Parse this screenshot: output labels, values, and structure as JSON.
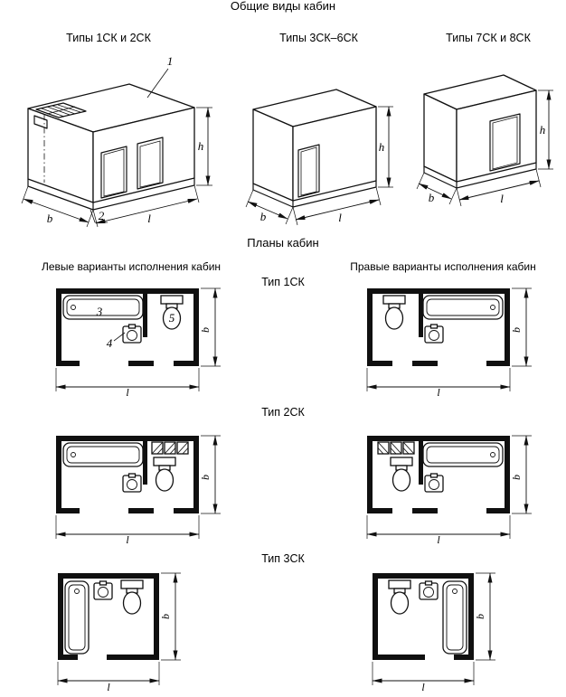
{
  "page": {
    "title": "Общие виды кабин",
    "plans_title": "Планы кабин",
    "left_column_header": "Левые варианты исполнения кабин",
    "right_column_header": "Правые варианты исполнения кабин"
  },
  "general_views": [
    {
      "caption": "Типы 1СК и 2СК",
      "callouts": {
        "roof_panel": "1",
        "base_pallet": "2"
      },
      "dims": {
        "height": "h",
        "depth": "b",
        "length": "l"
      }
    },
    {
      "caption": "Типы 3СК–6СК",
      "dims": {
        "height": "h",
        "depth": "b",
        "length": "l"
      }
    },
    {
      "caption": "Типы 7СК и 8СК",
      "dims": {
        "height": "h",
        "depth": "b",
        "length": "l"
      }
    }
  ],
  "plan_rows": [
    {
      "type_label": "Тип 1СК",
      "callouts": {
        "bathtub": "3",
        "washbasin": "4",
        "toilet": "5"
      },
      "dims": {
        "depth": "b",
        "length": "l"
      }
    },
    {
      "type_label": "Тип 2СК",
      "dims": {
        "depth": "b",
        "length": "l"
      }
    },
    {
      "type_label": "Тип 3СК",
      "dims": {
        "depth": "b",
        "length": "l"
      }
    }
  ]
}
